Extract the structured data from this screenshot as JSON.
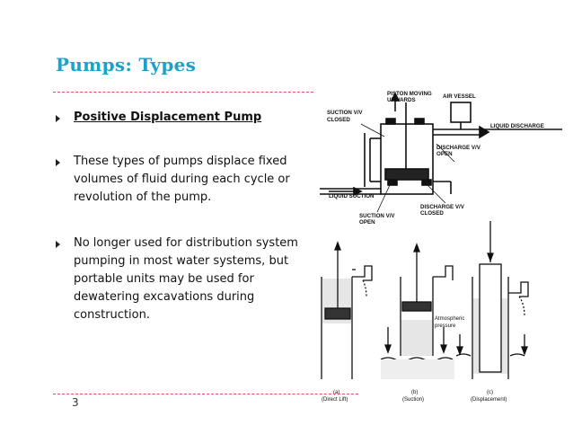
{
  "slide": {
    "title": "Pumps: Types",
    "bullets": [
      "Positive Displacement Pump",
      "These types of pumps displace fixed volumes of fluid during each cycle or revolution of the pump.",
      "No longer used for distribution system pumping in most water systems, but portable units may be used for dewatering excavations during construction."
    ],
    "page_number": "3"
  },
  "diagram_top": {
    "labels": {
      "piston_moving_1": "PISTON MOVING",
      "piston_moving_2": "UPWARDS",
      "air_vessel": "AIR VESSEL",
      "suction_vv_closed_1": "SUCTION V/V",
      "suction_vv_closed_2": "CLOSED",
      "liquid_discharge": "LIQUID DISCHARGE",
      "discharge_vv_open_1": "DISCHARGE V/V",
      "discharge_vv_open_2": "OPEN",
      "liquid_suction": "LIQUID SUCTION",
      "discharge_vv_closed_1": "DISCHARGE V/V",
      "discharge_vv_closed_2": "CLOSED",
      "suction_vv_open_1": "SUCTION V/V",
      "suction_vv_open_2": "OPEN"
    }
  },
  "diagram_bottom": {
    "atmospheric_1": "Atmospheric",
    "atmospheric_2": "pressure",
    "captions": [
      {
        "letter": "(a)",
        "text": "(Direct Lift)"
      },
      {
        "letter": "(b)",
        "text": "(Suction)"
      },
      {
        "letter": "(c)",
        "text": "(Displacement)"
      }
    ]
  },
  "colors": {
    "title": "#1aa3c8",
    "rule": "#d9534f"
  }
}
